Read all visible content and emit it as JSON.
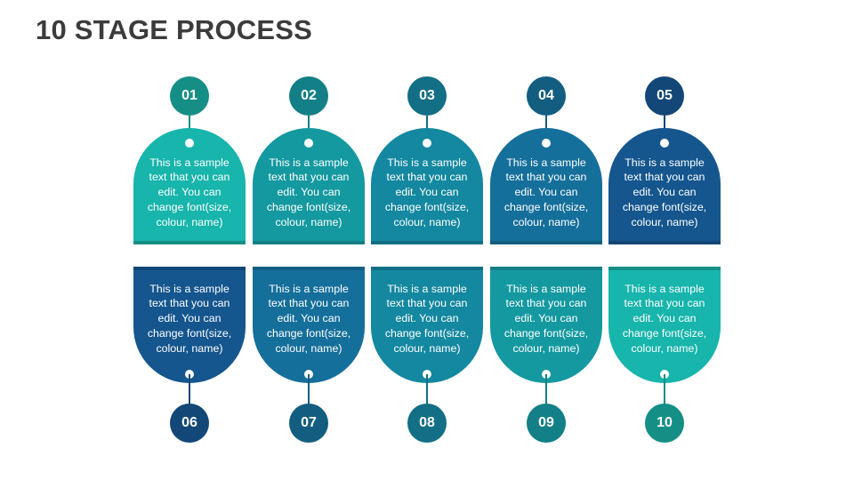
{
  "title": "10 STAGE PROCESS",
  "stages": [
    {
      "number": "01",
      "text": "This is a sample text that you can edit. You can change font(size, colour, name)",
      "color": "#17b5ab",
      "num_color": "#158f86"
    },
    {
      "number": "02",
      "text": "This is a sample text that you can edit. You can change font(size, colour, name)",
      "color": "#1499a0",
      "num_color": "#137f86"
    },
    {
      "number": "03",
      "text": "This is a sample text that you can edit. You can change font(size, colour, name)",
      "color": "#1488a0",
      "num_color": "#136f85"
    },
    {
      "number": "04",
      "text": "This is a sample text that you can edit. You can change font(size, colour, name)",
      "color": "#156f9b",
      "num_color": "#135d80"
    },
    {
      "number": "05",
      "text": "This is a sample text that you can edit. You can change font(size, colour, name)",
      "color": "#15568e",
      "num_color": "#124777"
    },
    {
      "number": "06",
      "text": "This is a sample text that you can edit. You can change font(size, colour, name)",
      "color": "#15568e",
      "num_color": "#124777"
    },
    {
      "number": "07",
      "text": "This is a sample text that you can edit. You can change font(size, colour, name)",
      "color": "#156f9b",
      "num_color": "#135d80"
    },
    {
      "number": "08",
      "text": "This is a sample text that you can edit. You can change font(size, colour, name)",
      "color": "#1488a0",
      "num_color": "#136f85"
    },
    {
      "number": "09",
      "text": "This is a sample text that you can edit. You can change font(size, colour, name)",
      "color": "#1499a0",
      "num_color": "#137f86"
    },
    {
      "number": "10",
      "text": "This is a sample text that you can edit. You can change font(size, colour, name)",
      "color": "#17b5ab",
      "num_color": "#158f86"
    }
  ]
}
